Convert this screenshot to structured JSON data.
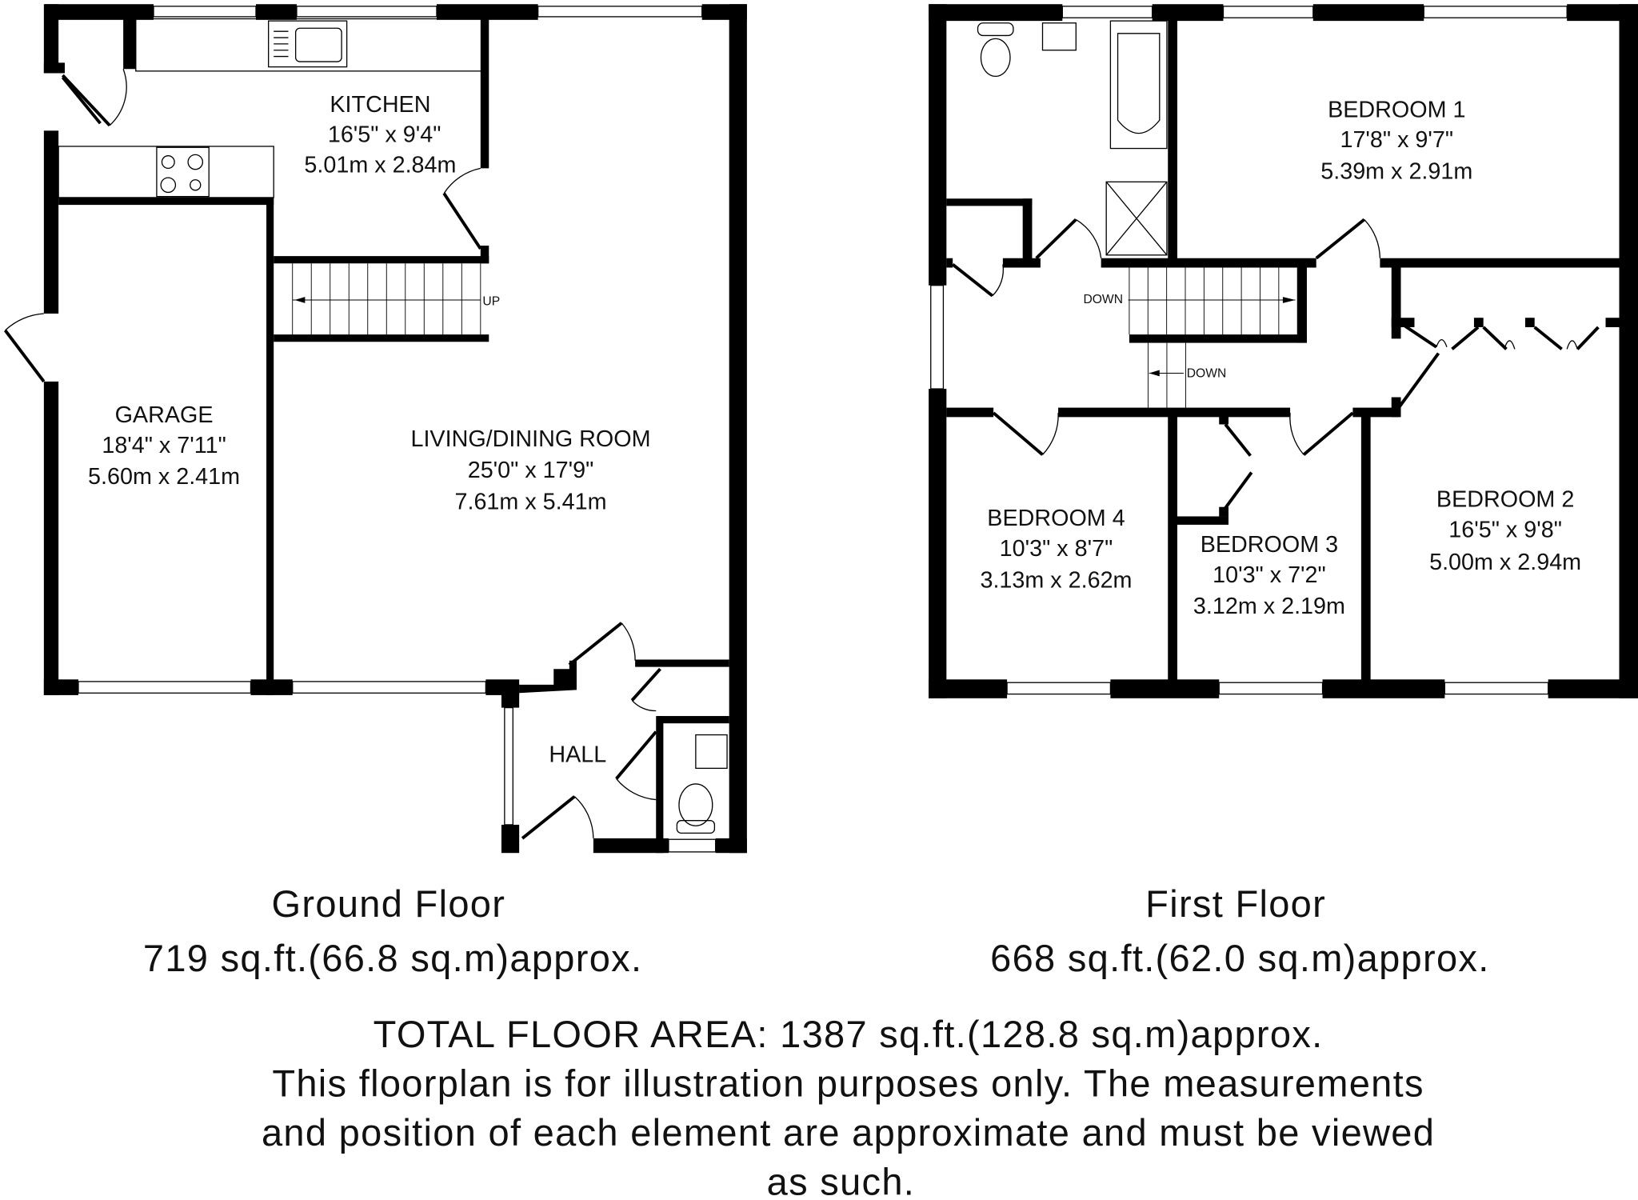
{
  "ground_floor": {
    "title": "Ground Floor",
    "area": "719 sq.ft.(66.8 sq.m)approx.",
    "rooms": {
      "kitchen": {
        "name": "KITCHEN",
        "imperial": "16'5\" x 9'4\"",
        "metric": "5.01m x 2.84m"
      },
      "garage": {
        "name": "GARAGE",
        "imperial": "18'4\" x 7'11\"",
        "metric": "5.60m x 2.41m"
      },
      "living": {
        "name": "LIVING/DINING ROOM",
        "imperial": "25'0\" x 17'9\"",
        "metric": "7.61m x 5.41m"
      },
      "hall": {
        "name": "HALL"
      }
    },
    "stairs_label": "UP"
  },
  "first_floor": {
    "title": "First Floor",
    "area": "668 sq.ft.(62.0 sq.m)approx.",
    "rooms": {
      "bedroom1": {
        "name": "BEDROOM 1",
        "imperial": "17'8\" x 9'7\"",
        "metric": "5.39m x 2.91m"
      },
      "bedroom2": {
        "name": "BEDROOM 2",
        "imperial": "16'5\" x 9'8\"",
        "metric": "5.00m x 2.94m"
      },
      "bedroom3": {
        "name": "BEDROOM 3",
        "imperial": "10'3\" x 7'2\"",
        "metric": "3.12m x 2.19m"
      },
      "bedroom4": {
        "name": "BEDROOM 4",
        "imperial": "10'3\" x 8'7\"",
        "metric": "3.13m x 2.62m"
      }
    },
    "stairs_label_1": "DOWN",
    "stairs_label_2": "DOWN"
  },
  "footer": {
    "total": "TOTAL FLOOR AREA: 1387 sq.ft.(128.8 sq.m)approx.",
    "disclaimer_lines": [
      "This floorplan is for illustration purposes only. The measurements",
      "and position of each element are approximate and must be viewed",
      "as such."
    ]
  }
}
